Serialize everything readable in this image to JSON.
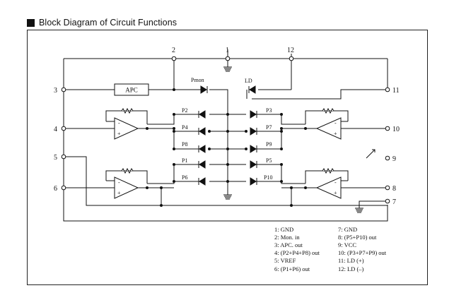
{
  "heading": {
    "text": "Block Diagram of Circuit Functions"
  },
  "pins": {
    "p1": "1",
    "p2": "2",
    "p3": "3",
    "p4": "4",
    "p5": "5",
    "p6": "6",
    "p7": "7",
    "p8": "8",
    "p9": "9",
    "p10": "10",
    "p11": "11",
    "p12": "12"
  },
  "labels": {
    "apc": "APC",
    "pmon": "Pmon",
    "ld": "LD",
    "P2": "P2",
    "P4": "P4",
    "P8": "P8",
    "P1": "P1",
    "P6": "P6",
    "P3": "P3",
    "P7": "P7",
    "P9": "P9",
    "P5": "P5",
    "P10": "P10",
    "amp_minus": "-",
    "amp_plus": "+"
  },
  "legend": {
    "left": [
      "1: GND",
      "2: Mon. in",
      "3: APC. out",
      "4: (P2+P4+P8) out",
      "5: VREF",
      "6: (P1+P6) out"
    ],
    "right": [
      "7: GND",
      "8: (P5+P10) out",
      "9: VCC",
      "10: (P3+P7+P9) out",
      "11: LD (+)",
      "12: LD (–)"
    ]
  }
}
